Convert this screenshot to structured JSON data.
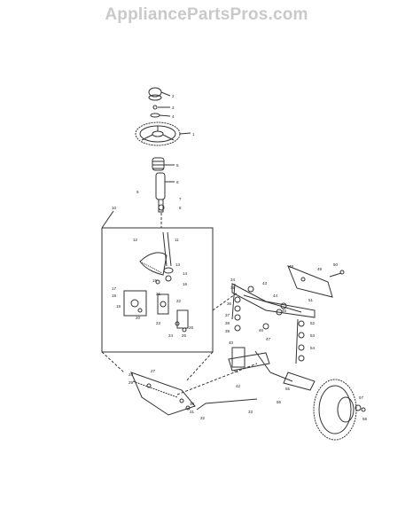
{
  "watermark": "AppliancePartsPros.com",
  "callouts": [
    "1",
    "2",
    "3",
    "4",
    "5",
    "6",
    "7",
    "8",
    "9",
    "10",
    "11",
    "12",
    "13",
    "14",
    "15",
    "16",
    "17",
    "18",
    "19",
    "20",
    "21",
    "22",
    "23",
    "24",
    "25",
    "26",
    "27",
    "28",
    "29",
    "30",
    "31",
    "32",
    "33",
    "34",
    "35",
    "36",
    "37",
    "38",
    "39",
    "40",
    "41",
    "42",
    "43",
    "44",
    "45",
    "46",
    "47",
    "48",
    "49",
    "50",
    "51",
    "52",
    "53",
    "54",
    "55",
    "56",
    "57",
    "58"
  ]
}
